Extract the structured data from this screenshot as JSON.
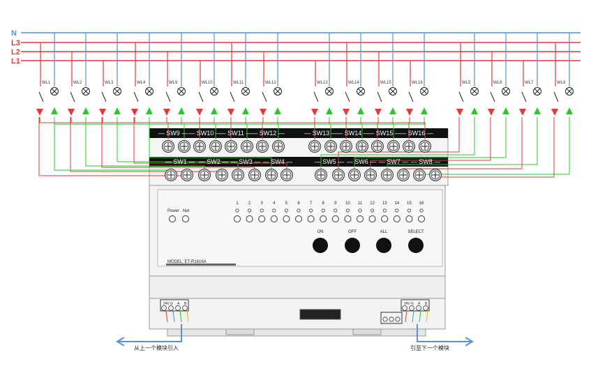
{
  "bus_lines": [
    {
      "label": "N",
      "color": "#4f8fd1"
    },
    {
      "label": "L3",
      "color": "#e53935"
    },
    {
      "label": "L2",
      "color": "#e53935"
    },
    {
      "label": "L1",
      "color": "#e53935"
    }
  ],
  "lamp_labels_top": [
    "WL1",
    "WL2",
    "WL3",
    "WL4",
    "WL9",
    "WL10",
    "WL11",
    "WL12",
    "WL13",
    "WL14",
    "WL15",
    "WL16"
  ],
  "lamp_labels_right": [
    "WL5",
    "WL6",
    "WL7",
    "WL8"
  ],
  "switch_row_top": [
    "SW9",
    "SW10",
    "SW11",
    "SW12",
    "SW13",
    "SW14",
    "SW15",
    "SW16"
  ],
  "switch_row_bottom": [
    "SW1",
    "SW2",
    "SW3",
    "SW4",
    "SW5",
    "SW6",
    "SW7",
    "SW8"
  ],
  "panel": {
    "indicators": [
      "Power",
      "Net"
    ],
    "channel_numbers": [
      "1",
      "2",
      "3",
      "4",
      "5",
      "6",
      "7",
      "8",
      "9",
      "10",
      "11",
      "12",
      "13",
      "14",
      "15",
      "16"
    ],
    "buttons": [
      "ON",
      "OFF",
      "ALL",
      "SELECT"
    ],
    "model": "MODEL: ET-R1616A"
  },
  "bus_terminals": [
    "24V",
    "G",
    "A",
    "B"
  ],
  "arrows": {
    "left": "从上一个模块引入",
    "right": "引至下一个模块"
  },
  "colors": {
    "live": "#e53935",
    "neutral": "#4f8fd1",
    "switched": "#22cc22",
    "device_body": "#f2f2f2",
    "terminal_strip": "#111111"
  }
}
